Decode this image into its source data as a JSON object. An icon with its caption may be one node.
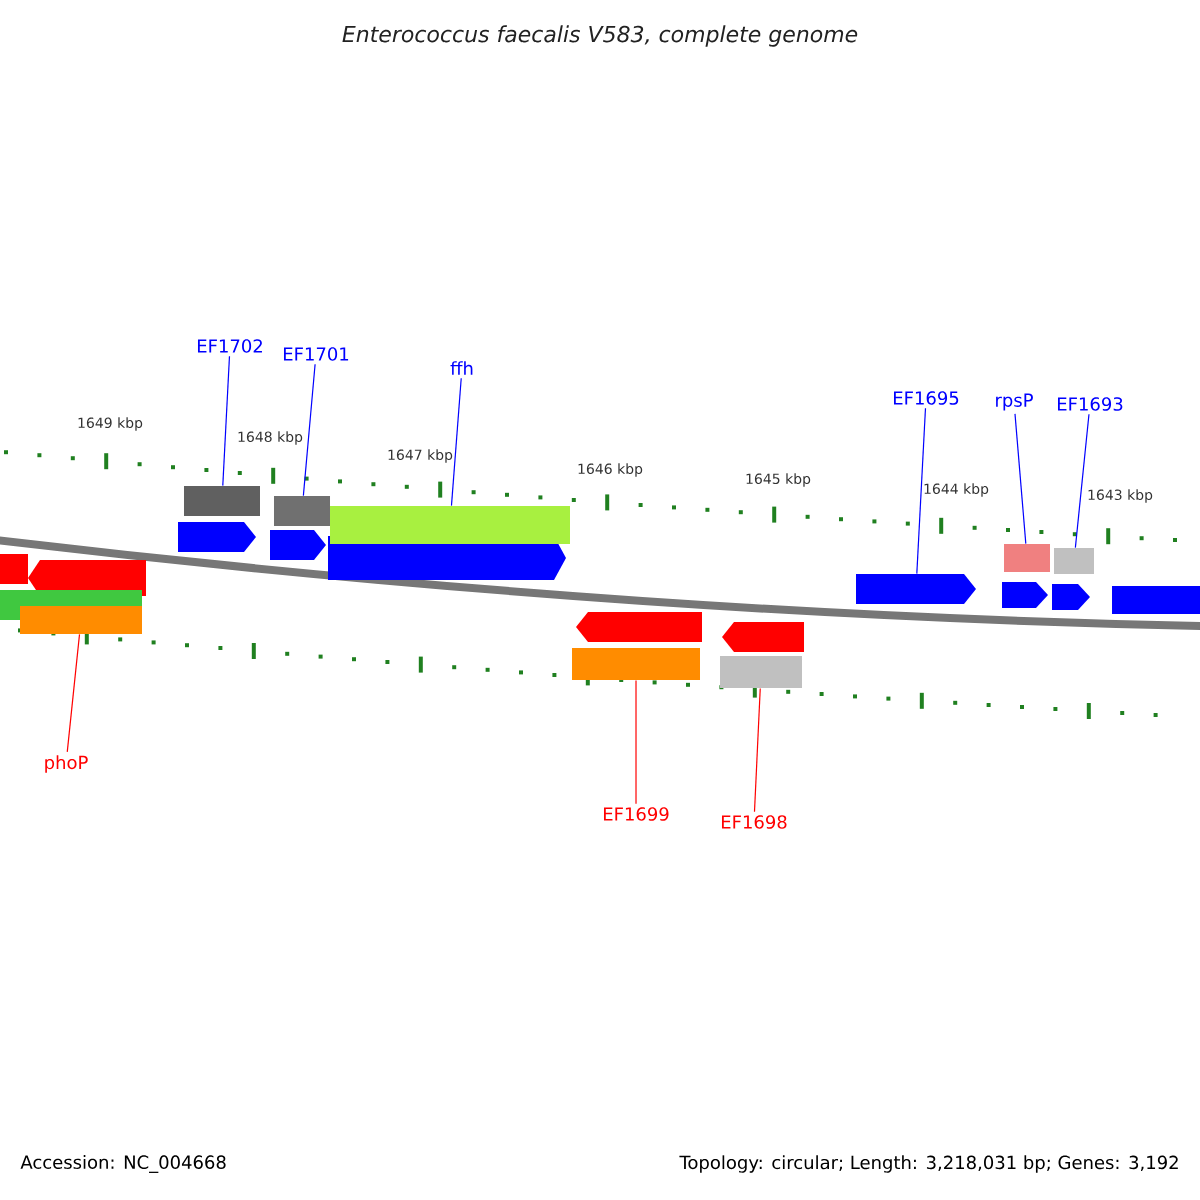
{
  "diagram": {
    "title": "Enterococcus faecalis V583, complete genome",
    "nodes": [
      {
        "text": [
          "EF1702"
        ]
      },
      {
        "text": [
          "EF1701"
        ]
      },
      {
        "text": [
          "ffh"
        ]
      },
      {
        "text": [
          "EF1695"
        ]
      },
      {
        "text": [
          "rpsP"
        ]
      },
      {
        "text": [
          "EF1693"
        ]
      },
      {
        "text": [
          "phoP"
        ]
      },
      {
        "text": [
          "EF1699"
        ]
      },
      {
        "text": [
          "EF1698"
        ]
      },
      {
        "text": [],
        "shape": "box"
      },
      {
        "text": [],
        "shape": "box"
      },
      {
        "text": [],
        "shape": "box"
      },
      {
        "text": [],
        "shape": "arrow"
      },
      {
        "text": [],
        "shape": "box"
      },
      {
        "text": [],
        "shape": "box"
      },
      {
        "text": [],
        "shape": "box"
      },
      {
        "text": [],
        "shape": "box"
      },
      {
        "text": [],
        "shape": "box"
      }
    ],
    "edges": [
      {
        "from": 0,
        "to": 9,
        "arrow": "none"
      },
      {
        "from": 1,
        "to": 10,
        "arrow": "none"
      },
      {
        "from": 2,
        "to": 11,
        "arrow": "none"
      },
      {
        "from": 3,
        "to": 12,
        "arrow": "none"
      },
      {
        "from": 4,
        "to": 13,
        "arrow": "none"
      },
      {
        "from": 5,
        "to": 14,
        "arrow": "none"
      },
      {
        "from": 6,
        "to": 15,
        "arrow": "none",
        "color": "#ff0000"
      },
      {
        "from": 7,
        "to": 16,
        "arrow": "none",
        "color": "#ff0000"
      },
      {
        "from": 8,
        "to": 17,
        "arrow": "none",
        "color": "#ff0000"
      }
    ],
    "labels": [
      "1649 kbp",
      "1648 kbp",
      "1647 kbp",
      "1646 kbp",
      "1645 kbp",
      "1644 kbp",
      "1643 kbp",
      "Accession: NC_004668",
      "Topology: circular; Length: 3,218,031 bp; Genes: 3,192"
    ]
  }
}
